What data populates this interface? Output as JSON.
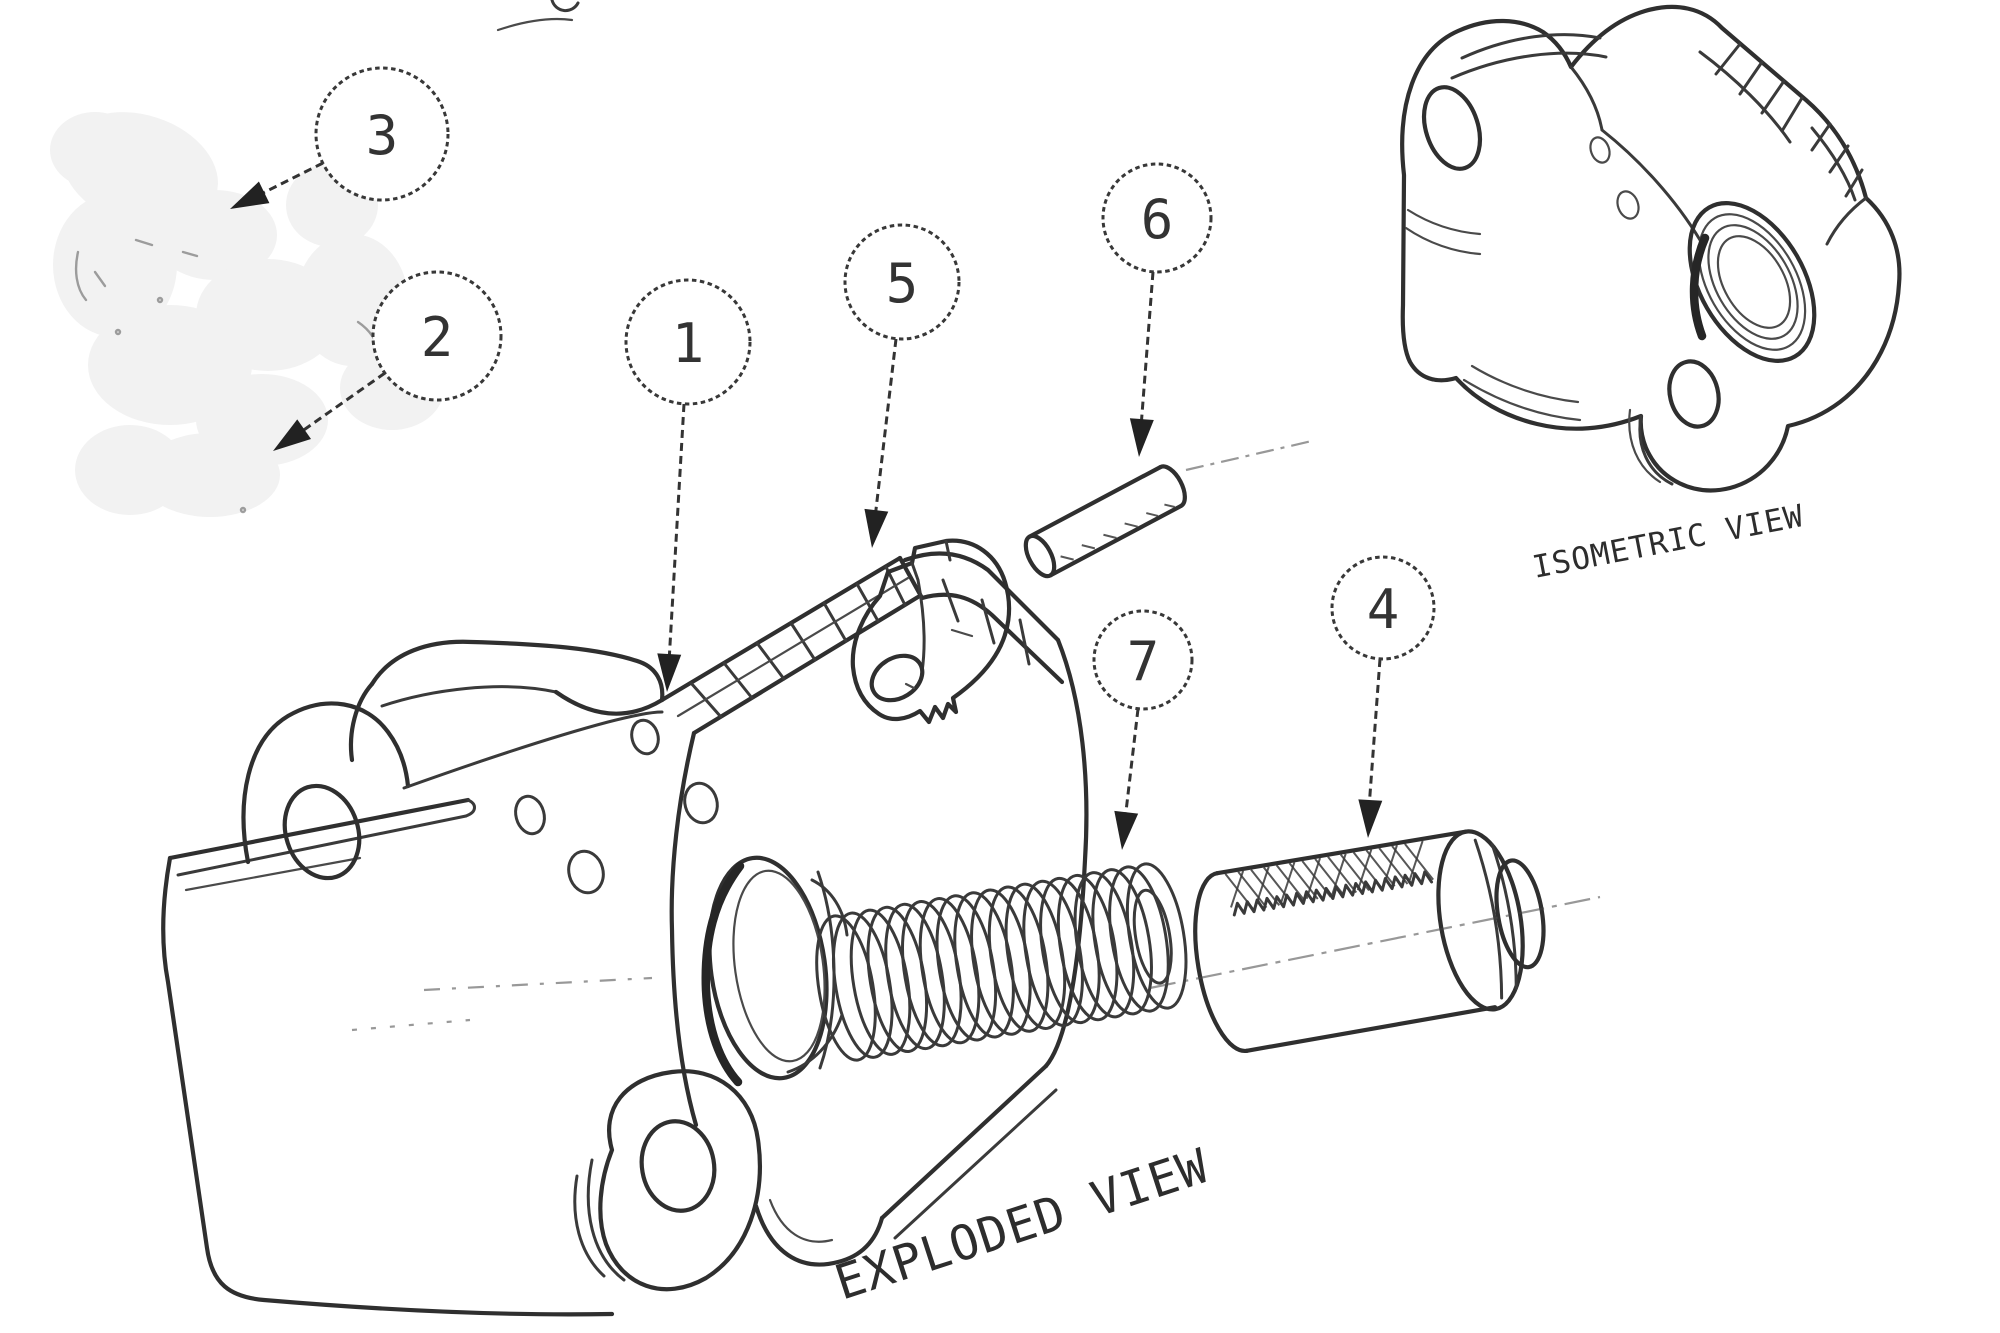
{
  "drawing": {
    "labels": {
      "exploded": "EXPLODED VIEW",
      "isometric": "ISOMETRIC VIEW"
    },
    "balloons": [
      {
        "number": "1"
      },
      {
        "number": "2"
      },
      {
        "number": "3"
      },
      {
        "number": "4"
      },
      {
        "number": "5"
      },
      {
        "number": "6"
      },
      {
        "number": "7"
      }
    ],
    "colors": {
      "ink": "#2f2f2f",
      "background": "#ffffff",
      "erased_patch": "#f2f2f2"
    }
  }
}
